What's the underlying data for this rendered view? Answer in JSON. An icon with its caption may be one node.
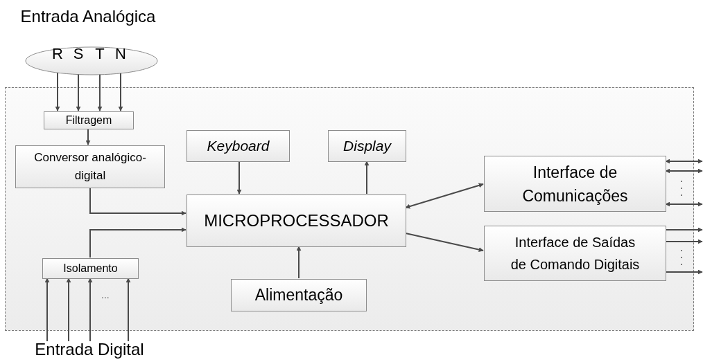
{
  "diagram": {
    "nodes": [
      {
        "text": [
          "Entrada Analógica",
          "R",
          "S",
          "T",
          "N"
        ]
      },
      {
        "text": [],
        "shape": "box"
      },
      {
        "text": [
          "Filtragem"
        ],
        "in": 1
      },
      {
        "text": [
          "Conversor analógico-digital"
        ],
        "in": 1
      },
      {
        "text": [
          "Keyboard"
        ],
        "in": 1
      },
      {
        "text": [
          "Display"
        ],
        "in": 1
      },
      {
        "text": [
          "MICROPROCESSADOR"
        ],
        "in": 1
      },
      {
        "text": [
          "Interface de Comunicações"
        ],
        "in": 1
      },
      {
        "text": [
          "Interface de Saídas de Comando Digitais"
        ],
        "in": 1
      },
      {
        "text": [
          "Isolamento"
        ],
        "in": 1
      },
      {
        "text": [
          "Alimentação"
        ],
        "in": 1
      },
      {
        "text": [
          "Entrada Digital"
        ]
      }
    ],
    "edges": [
      {
        "from": 0,
        "to": 2,
        "arrow": "to"
      },
      {
        "from": 0,
        "to": 2,
        "arrow": "to"
      },
      {
        "from": 0,
        "to": 2,
        "arrow": "to"
      },
      {
        "from": 0,
        "to": 2,
        "arrow": "to"
      },
      {
        "from": 2,
        "to": 3,
        "arrow": "to"
      },
      {
        "from": 3,
        "to": 6,
        "arrow": "to"
      },
      {
        "from": 9,
        "to": 6,
        "arrow": "to"
      },
      {
        "from": 4,
        "to": 6,
        "arrow": "to"
      },
      {
        "from": 6,
        "to": 5,
        "arrow": "to"
      },
      {
        "from": 10,
        "to": 6,
        "arrow": "to"
      },
      {
        "from": 6,
        "to": 7,
        "arrow": "both"
      },
      {
        "from": 6,
        "to": 8,
        "arrow": "to"
      },
      {
        "from": 11,
        "to": 9,
        "arrow": "to"
      },
      {
        "from": 11,
        "to": 9,
        "arrow": "to"
      },
      {
        "from": 11,
        "to": 9,
        "arrow": "to"
      },
      {
        "from": 11,
        "to": 9,
        "arrow": "to"
      },
      {
        "from": 7,
        "to": null,
        "arrow": "both"
      },
      {
        "from": 7,
        "to": null,
        "arrow": "both"
      },
      {
        "from": 7,
        "to": null,
        "arrow": "both"
      },
      {
        "from": 8,
        "to": null,
        "arrow": "to"
      },
      {
        "from": 8,
        "to": null,
        "arrow": "to"
      },
      {
        "from": 8,
        "to": null,
        "arrow": "to"
      }
    ],
    "labels": [
      "..."
    ]
  }
}
